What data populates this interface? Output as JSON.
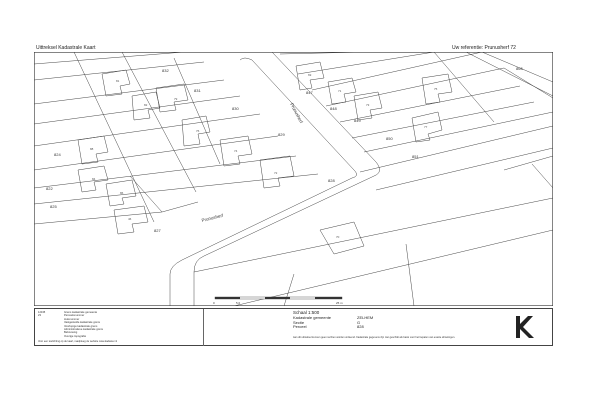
{
  "header": {
    "title": "Uittreksel Kadastrale Kaart",
    "reference": "Uw referentie: Prunusherf 72"
  },
  "map": {
    "streets": [
      "Prunusherf",
      "Prunusherf"
    ],
    "parcel_numbers": [
      "832",
      "831",
      "830",
      "829",
      "828",
      "827",
      "824",
      "825",
      "826",
      "822",
      "847",
      "848",
      "849",
      "850",
      "851",
      "865"
    ],
    "house_numbers": [
      "81",
      "82",
      "79",
      "76",
      "74",
      "72",
      "70",
      "88",
      "84",
      "86",
      "69",
      "71",
      "73",
      "75",
      "77",
      "46"
    ],
    "scale_bar": {
      "ticks": [
        "0",
        "5,0",
        "25 m"
      ]
    }
  },
  "legend": {
    "sample_label": "12345",
    "sample_sub": "23",
    "items": [
      {
        "key": "",
        "label": "Grens kadastrale gemeente"
      },
      {
        "key": "",
        "label": "Perceelsnummer"
      },
      {
        "key": "",
        "label": "Huisnummer"
      },
      {
        "key": "",
        "label": "Vastgestelde kadastrale grens"
      },
      {
        "key": "",
        "label": "Voorlopige kadastrale grens"
      },
      {
        "key": "",
        "label": "Administratieve kadastrale grens"
      },
      {
        "key": "",
        "label": "Bebouwing"
      },
      {
        "key": "",
        "label": "Overige topografie"
      }
    ],
    "footer": "Voor een toelichting op de kaart, raadpleeg de website www.kadaster.nl"
  },
  "info": {
    "scale": "Schaal 1:500",
    "rows": [
      {
        "key": "Kadastrale gemeente",
        "value": "ZELHEM"
      },
      {
        "key": "Sectie",
        "value": "G"
      },
      {
        "key": "Perceel",
        "value": "828"
      }
    ],
    "disclaimer": "Aan dit uittreksel kunnen geen rechten worden ontleend. Kadastrale gegevens zijn niet geschikt als basis voor het bepalen van exacte afmetingen."
  },
  "colors": {
    "line": "#333333",
    "building": "#444444",
    "background": "#ffffff"
  },
  "icons": {
    "logo": "kadaster-logo-icon"
  }
}
